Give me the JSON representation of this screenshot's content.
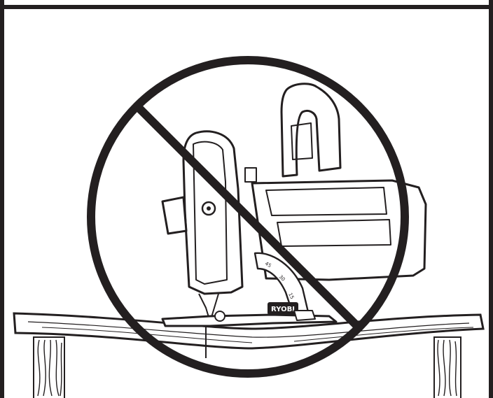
{
  "illustration": {
    "subject": "circular-saw-on-sagging-board",
    "symbol": "prohibition",
    "brand_mark": "RYOBI",
    "bevel_scale_marks": [
      "15",
      "30",
      "45"
    ],
    "colors": {
      "ink": "#231f20",
      "paper": "#ffffff"
    }
  }
}
